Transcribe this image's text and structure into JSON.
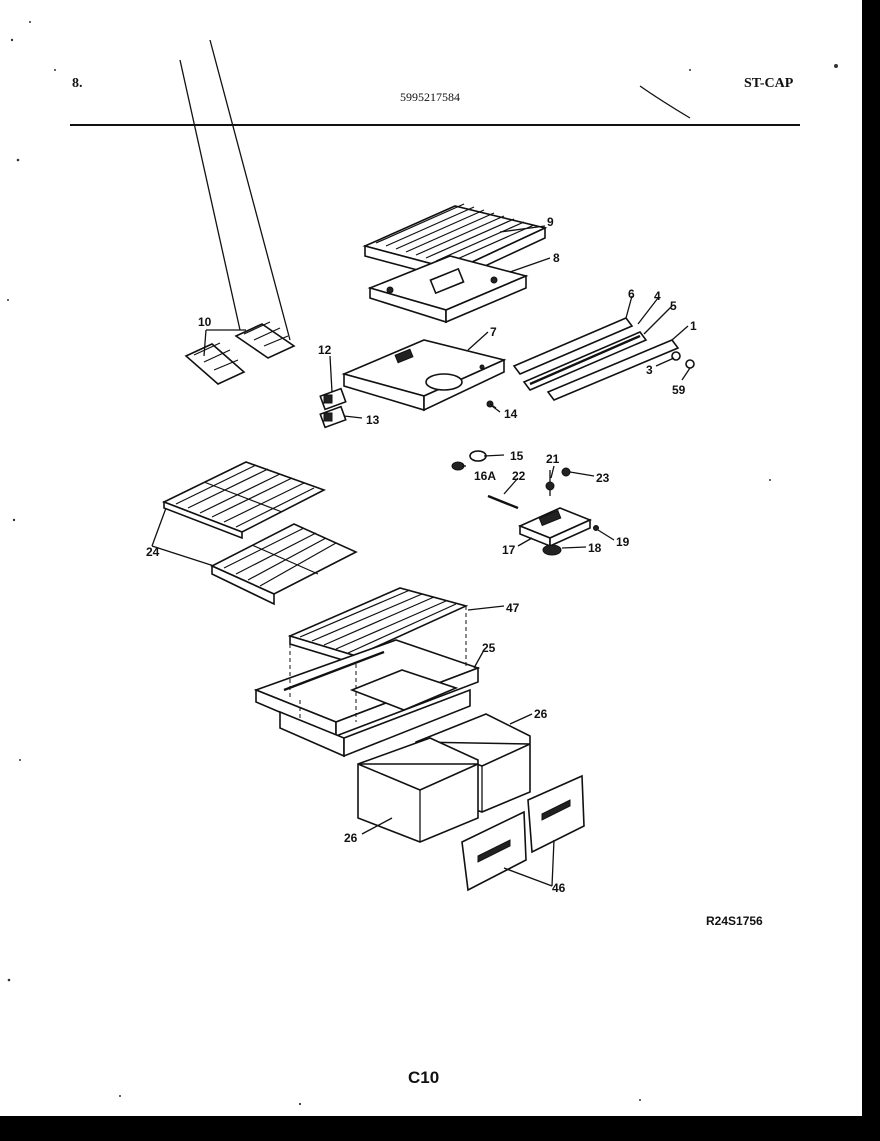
{
  "header": {
    "section": "8.",
    "model_number": "5995217584",
    "model_code": "ST-CAP"
  },
  "reference_code": "R24S1756",
  "page_number": "C10",
  "callouts": {
    "c1": "1",
    "c3": "3",
    "c4": "4",
    "c5": "5",
    "c6": "6",
    "c7": "7",
    "c8": "8",
    "c9": "9",
    "c10": "10",
    "c12": "12",
    "c13": "13",
    "c14": "14",
    "c15": "15",
    "c16a": "16A",
    "c17": "17",
    "c18": "18",
    "c19": "19",
    "c21": "21",
    "c22": "22",
    "c23": "23",
    "c24": "24",
    "c25": "25",
    "c26a": "26",
    "c26b": "26",
    "c46": "46",
    "c47": "47",
    "c59": "59"
  }
}
